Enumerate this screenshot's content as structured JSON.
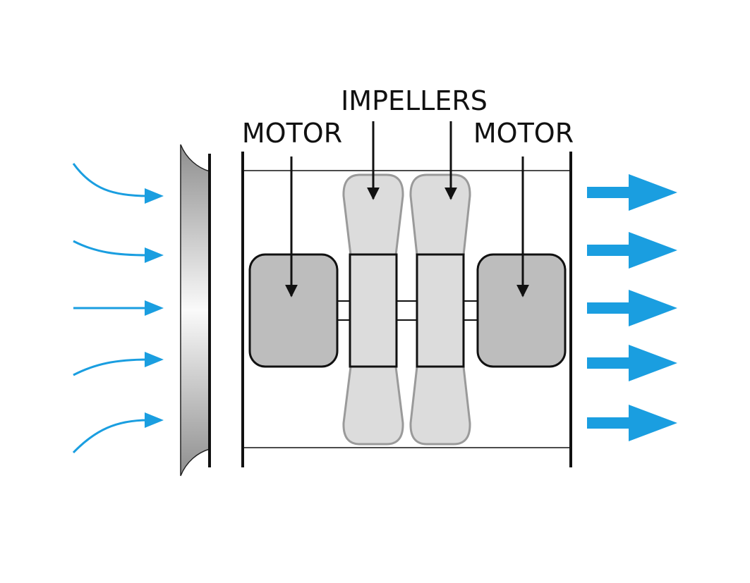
{
  "labels": {
    "motor_left": "MOTOR",
    "impellers": "IMPELLERS",
    "motor_right": "MOTOR"
  },
  "colors": {
    "airflow": "#1a9ee0",
    "motor_fill": "#bdbdbd",
    "impeller_fill": "#dcdcdc",
    "impeller_stroke": "#9a9a9a",
    "line": "#111111"
  }
}
